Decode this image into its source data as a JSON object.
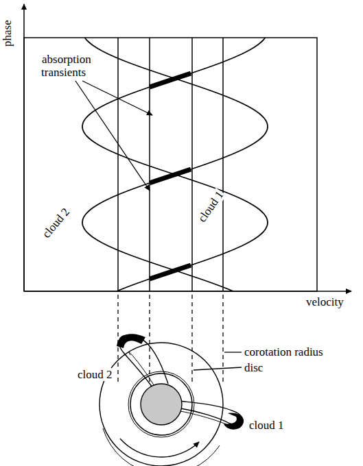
{
  "diagram": {
    "labels": [
      "phase",
      "velocity",
      "absorption transients",
      "cloud 2",
      "cloud 1",
      "cloud 2",
      "corotation radius",
      "disc",
      "cloud 1"
    ]
  }
}
